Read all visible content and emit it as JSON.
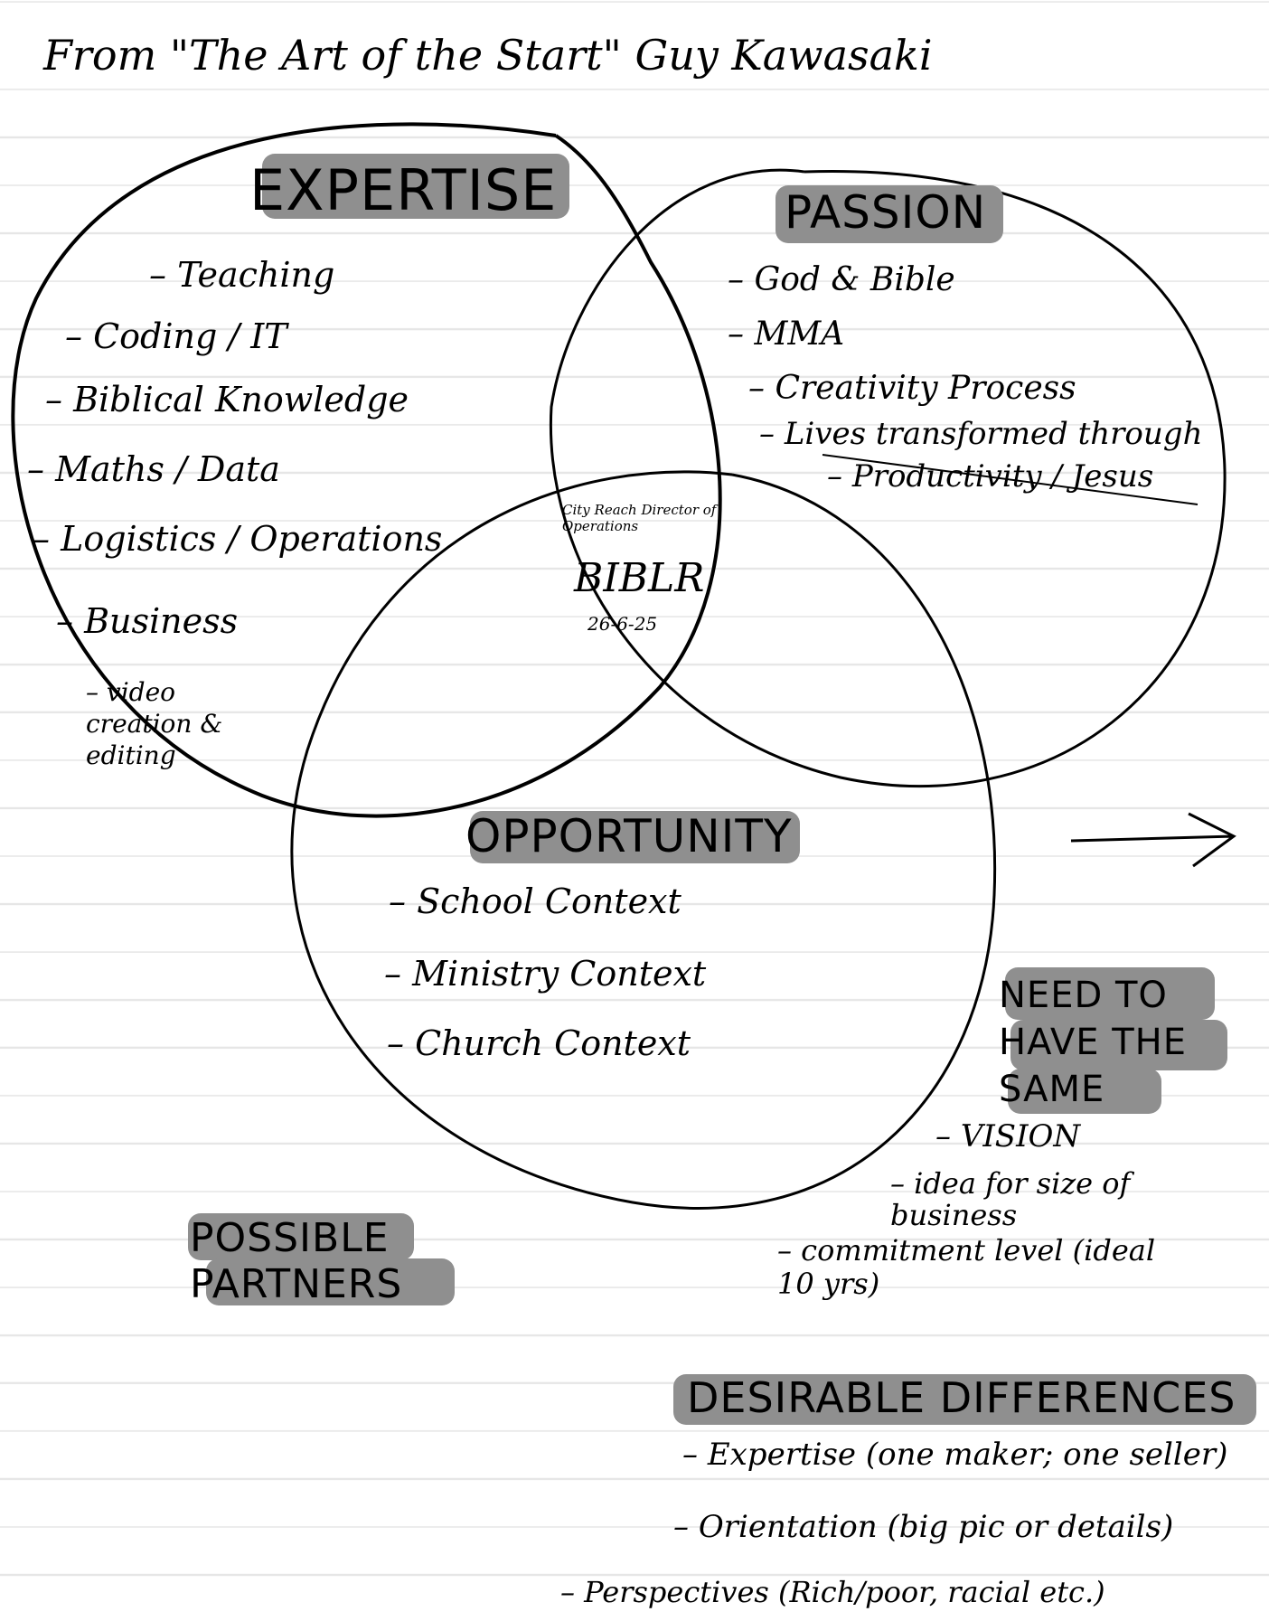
{
  "page": {
    "title": "From \"The Art of the Start\" Guy Kawasaki"
  },
  "expertise": {
    "heading": "EXPERTISE",
    "items": [
      "Teaching",
      "Coding / IT",
      "Biblical Knowledge",
      "Maths / Data",
      "Logistics / Operations",
      "Business",
      "video creation & editing"
    ]
  },
  "passion": {
    "heading": "PASSION",
    "items": [
      "God & Bible",
      "MMA",
      "Creativity Process",
      "Lives transformed through",
      "Productivity / Jesus"
    ]
  },
  "intersection": {
    "role": "City Reach Director of Operations",
    "org": "BIBLR",
    "date": "26-6-25"
  },
  "opportunity": {
    "heading": "OPPORTUNITY",
    "items": [
      "School Context",
      "Ministry Context",
      "Church Context"
    ]
  },
  "possible_partners": {
    "heading": "POSSIBLE PARTNERS"
  },
  "need_same": {
    "heading": "NEED TO HAVE THE SAME",
    "items": [
      "VISION",
      "idea for size of business",
      "commitment level (ideal 10 yrs)"
    ]
  },
  "desirable_differences": {
    "heading": "DESIRABLE DIFFERENCES",
    "items": [
      "Expertise (one maker; one seller)",
      "Orientation (big pic or details)",
      "Perspectives (Rich/poor, racial etc.)"
    ]
  },
  "colors": {
    "ink": "#000000",
    "highlight": "#8f8f8f",
    "ruled_line": "#e6e6e6",
    "paper": "#ffffff"
  }
}
